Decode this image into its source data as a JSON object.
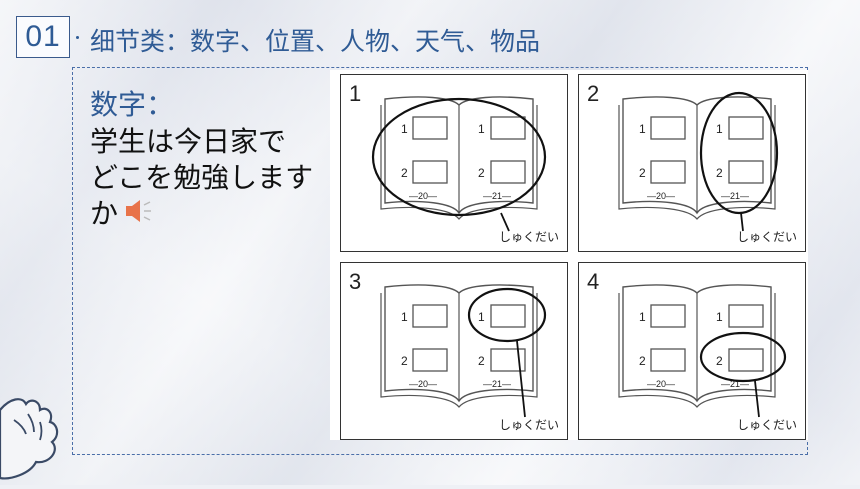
{
  "section": {
    "number": "01",
    "heading": "细节类：数字、位置、人物、天气、物品"
  },
  "left": {
    "subheading": "数字：",
    "question_line1": "学生は今日家で",
    "question_line2": "どこを勉強します",
    "question_line3": "か",
    "audio_icon": "speaker-icon"
  },
  "panels": [
    {
      "number": "1",
      "left_q1": "1",
      "left_q2": "2",
      "right_q1": "1",
      "right_q2": "2",
      "page_left": "—20—",
      "page_right": "—21—",
      "label": "しゅくだい",
      "circled": "both-pages"
    },
    {
      "number": "2",
      "left_q1": "1",
      "left_q2": "2",
      "right_q1": "1",
      "right_q2": "2",
      "page_left": "—20—",
      "page_right": "—21—",
      "label": "しゅくだい",
      "circled": "right-page"
    },
    {
      "number": "3",
      "left_q1": "1",
      "left_q2": "2",
      "right_q1": "1",
      "right_q2": "2",
      "page_left": "—20—",
      "page_right": "—21—",
      "label": "しゅくだい",
      "circled": "page21-question1"
    },
    {
      "number": "4",
      "left_q1": "1",
      "left_q2": "2",
      "right_q1": "1",
      "right_q2": "2",
      "page_left": "—20—",
      "page_right": "—21—",
      "label": "しゅくだい",
      "circled": "page21-question2"
    }
  ],
  "colors": {
    "accent": "#2f5b95",
    "frame": "#4a6ea8",
    "speaker": "#e8734a"
  }
}
